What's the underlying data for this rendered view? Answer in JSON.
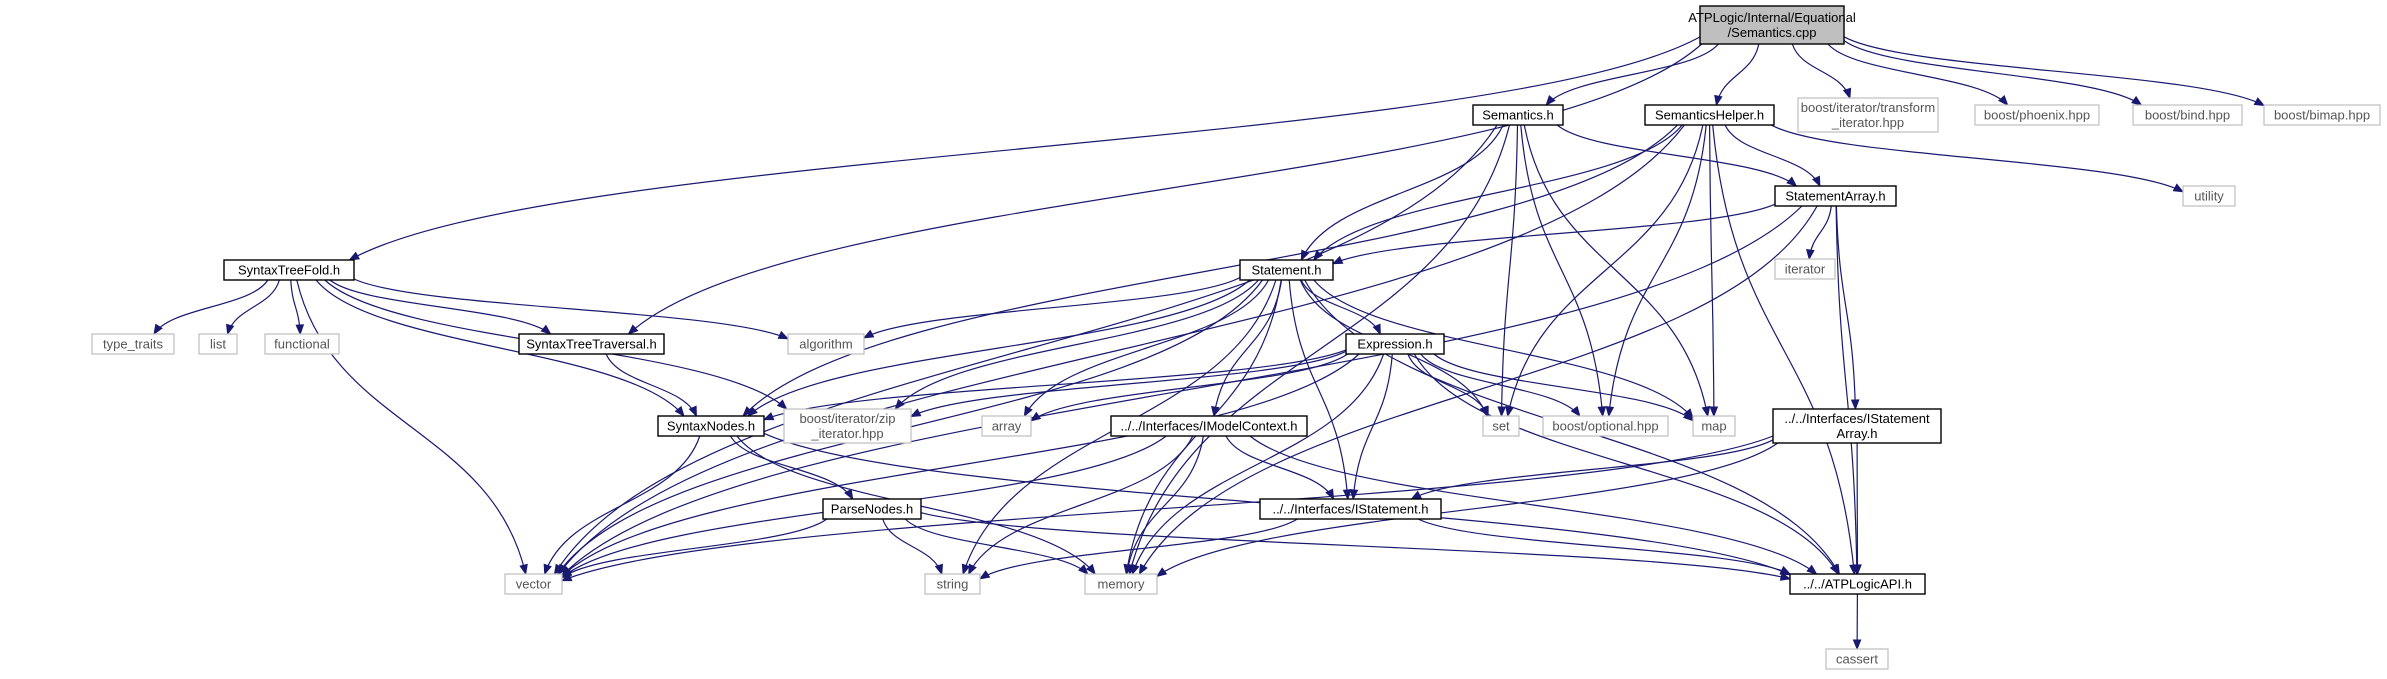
{
  "diagram": {
    "nodes": [
      {
        "id": "root",
        "lines": [
          "ATPLogic/Internal/Equational",
          "/Semantics.cpp"
        ],
        "kind": "root"
      },
      {
        "id": "semantics_h",
        "lines": [
          "Semantics.h"
        ],
        "kind": "local"
      },
      {
        "id": "semhelper_h",
        "lines": [
          "SemanticsHelper.h"
        ],
        "kind": "local"
      },
      {
        "id": "transform_it",
        "lines": [
          "boost/iterator/transform",
          "_iterator.hpp"
        ],
        "kind": "external"
      },
      {
        "id": "phoenix",
        "lines": [
          "boost/phoenix.hpp"
        ],
        "kind": "external"
      },
      {
        "id": "bind",
        "lines": [
          "boost/bind.hpp"
        ],
        "kind": "external"
      },
      {
        "id": "bimap",
        "lines": [
          "boost/bimap.hpp"
        ],
        "kind": "external"
      },
      {
        "id": "utility",
        "lines": [
          "utility"
        ],
        "kind": "external"
      },
      {
        "id": "stmtarray_h",
        "lines": [
          "StatementArray.h"
        ],
        "kind": "local"
      },
      {
        "id": "iterator",
        "lines": [
          "iterator"
        ],
        "kind": "external"
      },
      {
        "id": "treefold_h",
        "lines": [
          "SyntaxTreeFold.h"
        ],
        "kind": "local"
      },
      {
        "id": "statement_h",
        "lines": [
          "Statement.h"
        ],
        "kind": "local"
      },
      {
        "id": "type_traits",
        "lines": [
          "type_traits"
        ],
        "kind": "external"
      },
      {
        "id": "list",
        "lines": [
          "list"
        ],
        "kind": "external"
      },
      {
        "id": "functional",
        "lines": [
          "functional"
        ],
        "kind": "external"
      },
      {
        "id": "traversal_h",
        "lines": [
          "SyntaxTreeTraversal.h"
        ],
        "kind": "local"
      },
      {
        "id": "algorithm",
        "lines": [
          "algorithm"
        ],
        "kind": "external"
      },
      {
        "id": "expression_h",
        "lines": [
          "Expression.h"
        ],
        "kind": "local"
      },
      {
        "id": "syntaxnodes_h",
        "lines": [
          "SyntaxNodes.h"
        ],
        "kind": "local"
      },
      {
        "id": "zip_it",
        "lines": [
          "boost/iterator/zip",
          "_iterator.hpp"
        ],
        "kind": "external"
      },
      {
        "id": "array",
        "lines": [
          "array"
        ],
        "kind": "external"
      },
      {
        "id": "imodelctx_h",
        "lines": [
          "../../Interfaces/IModelContext.h"
        ],
        "kind": "local"
      },
      {
        "id": "set",
        "lines": [
          "set"
        ],
        "kind": "external"
      },
      {
        "id": "optional",
        "lines": [
          "boost/optional.hpp"
        ],
        "kind": "external"
      },
      {
        "id": "map",
        "lines": [
          "map"
        ],
        "kind": "external"
      },
      {
        "id": "istmtarray_h",
        "lines": [
          "../../Interfaces/IStatement",
          "Array.h"
        ],
        "kind": "local"
      },
      {
        "id": "parsenodes_h",
        "lines": [
          "ParseNodes.h"
        ],
        "kind": "local"
      },
      {
        "id": "istatement_h",
        "lines": [
          "../../Interfaces/IStatement.h"
        ],
        "kind": "local"
      },
      {
        "id": "vector",
        "lines": [
          "vector"
        ],
        "kind": "external"
      },
      {
        "id": "string",
        "lines": [
          "string"
        ],
        "kind": "external"
      },
      {
        "id": "memory",
        "lines": [
          "memory"
        ],
        "kind": "external"
      },
      {
        "id": "atplogicapi_h",
        "lines": [
          "../../ATPLogicAPI.h"
        ],
        "kind": "local"
      },
      {
        "id": "cassert",
        "lines": [
          "cassert"
        ],
        "kind": "external"
      }
    ],
    "edges": [
      [
        "root",
        "semantics_h"
      ],
      [
        "root",
        "semhelper_h"
      ],
      [
        "root",
        "transform_it"
      ],
      [
        "root",
        "phoenix"
      ],
      [
        "root",
        "bind"
      ],
      [
        "root",
        "bimap"
      ],
      [
        "root",
        "treefold_h"
      ],
      [
        "root",
        "traversal_h"
      ],
      [
        "semantics_h",
        "stmtarray_h"
      ],
      [
        "semantics_h",
        "statement_h"
      ],
      [
        "semantics_h",
        "set"
      ],
      [
        "semantics_h",
        "optional"
      ],
      [
        "semantics_h",
        "map"
      ],
      [
        "semantics_h",
        "vector"
      ],
      [
        "semantics_h",
        "memory"
      ],
      [
        "semhelper_h",
        "stmtarray_h"
      ],
      [
        "semhelper_h",
        "statement_h"
      ],
      [
        "semhelper_h",
        "utility"
      ],
      [
        "semhelper_h",
        "atplogicapi_h"
      ],
      [
        "semhelper_h",
        "set"
      ],
      [
        "semhelper_h",
        "optional"
      ],
      [
        "semhelper_h",
        "map"
      ],
      [
        "semhelper_h",
        "syntaxnodes_h"
      ],
      [
        "semhelper_h",
        "vector"
      ],
      [
        "stmtarray_h",
        "iterator"
      ],
      [
        "stmtarray_h",
        "statement_h"
      ],
      [
        "stmtarray_h",
        "istmtarray_h"
      ],
      [
        "stmtarray_h",
        "memory"
      ],
      [
        "stmtarray_h",
        "atplogicapi_h"
      ],
      [
        "stmtarray_h",
        "vector"
      ],
      [
        "treefold_h",
        "type_traits"
      ],
      [
        "treefold_h",
        "list"
      ],
      [
        "treefold_h",
        "functional"
      ],
      [
        "treefold_h",
        "traversal_h"
      ],
      [
        "treefold_h",
        "algorithm"
      ],
      [
        "treefold_h",
        "syntaxnodes_h"
      ],
      [
        "treefold_h",
        "zip_it"
      ],
      [
        "treefold_h",
        "vector"
      ],
      [
        "statement_h",
        "algorithm"
      ],
      [
        "statement_h",
        "expression_h"
      ],
      [
        "statement_h",
        "syntaxnodes_h"
      ],
      [
        "statement_h",
        "zip_it"
      ],
      [
        "statement_h",
        "array"
      ],
      [
        "statement_h",
        "imodelctx_h"
      ],
      [
        "statement_h",
        "istatement_h"
      ],
      [
        "statement_h",
        "set"
      ],
      [
        "statement_h",
        "map"
      ],
      [
        "statement_h",
        "atplogicapi_h"
      ],
      [
        "statement_h",
        "vector"
      ],
      [
        "statement_h",
        "string"
      ],
      [
        "statement_h",
        "memory"
      ],
      [
        "traversal_h",
        "syntaxnodes_h"
      ],
      [
        "expression_h",
        "syntaxnodes_h"
      ],
      [
        "expression_h",
        "zip_it"
      ],
      [
        "expression_h",
        "array"
      ],
      [
        "expression_h",
        "set"
      ],
      [
        "expression_h",
        "optional"
      ],
      [
        "expression_h",
        "map"
      ],
      [
        "expression_h",
        "istatement_h"
      ],
      [
        "expression_h",
        "atplogicapi_h"
      ],
      [
        "expression_h",
        "vector"
      ],
      [
        "expression_h",
        "memory"
      ],
      [
        "syntaxnodes_h",
        "parsenodes_h"
      ],
      [
        "syntaxnodes_h",
        "vector"
      ],
      [
        "syntaxnodes_h",
        "memory"
      ],
      [
        "syntaxnodes_h",
        "atplogicapi_h"
      ],
      [
        "imodelctx_h",
        "istatement_h"
      ],
      [
        "imodelctx_h",
        "atplogicapi_h"
      ],
      [
        "imodelctx_h",
        "vector"
      ],
      [
        "imodelctx_h",
        "string"
      ],
      [
        "imodelctx_h",
        "memory"
      ],
      [
        "istmtarray_h",
        "istatement_h"
      ],
      [
        "istmtarray_h",
        "atplogicapi_h"
      ],
      [
        "istmtarray_h",
        "vector"
      ],
      [
        "istmtarray_h",
        "memory"
      ],
      [
        "parsenodes_h",
        "vector"
      ],
      [
        "parsenodes_h",
        "string"
      ],
      [
        "parsenodes_h",
        "memory"
      ],
      [
        "parsenodes_h",
        "atplogicapi_h"
      ],
      [
        "istatement_h",
        "atplogicapi_h"
      ],
      [
        "istatement_h",
        "string"
      ],
      [
        "atplogicapi_h",
        "cassert"
      ]
    ]
  }
}
